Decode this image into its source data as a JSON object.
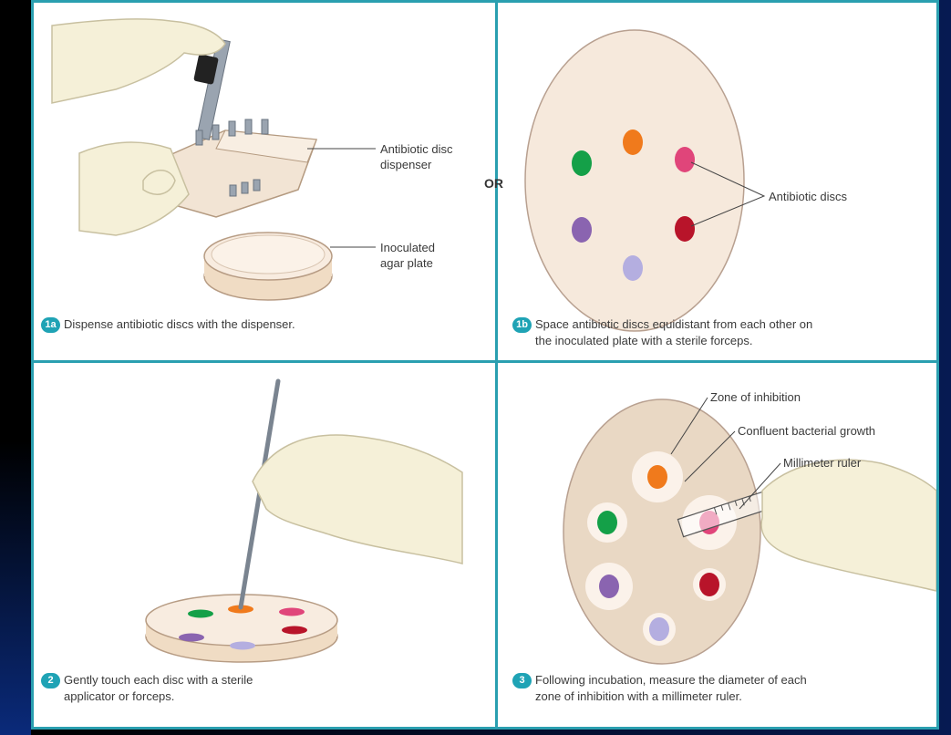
{
  "panels": {
    "p1a": {
      "step": "1a",
      "caption": "Dispense antibiotic discs with the dispenser.",
      "label_dispenser_line1": "Antibiotic disc",
      "label_dispenser_line2": "dispenser",
      "label_plate_line1": "Inoculated",
      "label_plate_line2": "agar plate"
    },
    "or_label": "OR",
    "p1b": {
      "step": "1b",
      "caption_line1": "Space antibiotic discs equidistant from each other on",
      "caption_line2": "the inoculated plate with a sterile forceps.",
      "label_discs": "Antibiotic discs"
    },
    "p2": {
      "step": "2",
      "caption_line1": "Gently touch each disc with a sterile",
      "caption_line2": "applicator or forceps."
    },
    "p3": {
      "step": "3",
      "caption_line1": "Following incubation, measure the diameter of each",
      "caption_line2": "zone of inhibition with a millimeter ruler.",
      "label_zone": "Zone of inhibition",
      "label_growth": "Confluent bacterial growth",
      "label_ruler": "Millimeter ruler"
    }
  },
  "colors": {
    "frame": "#2a9fb0",
    "step_badge": "#1fa3b5",
    "agar": "#f6e9dc",
    "disc_orange": "#f07a1c",
    "disc_green": "#14a048",
    "disc_pink": "#e0457a",
    "disc_purple": "#8a64b0",
    "disc_red": "#b8142a",
    "disc_lavender": "#b4aee0",
    "glove": "#f5f0d8"
  }
}
